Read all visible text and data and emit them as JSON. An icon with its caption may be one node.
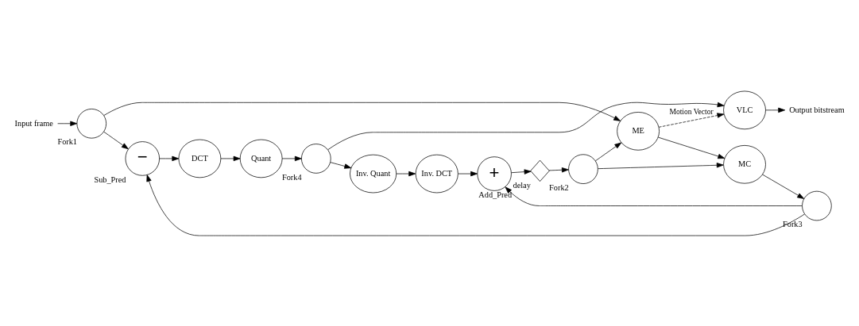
{
  "diagram": {
    "nodes": [
      {
        "text": [
          "Input frame"
        ]
      },
      {
        "text": [],
        "shape": "circle",
        "beside": [
          "Fork1"
        ]
      },
      {
        "text": [
          "−"
        ],
        "beside": [
          "Sub_Pred"
        ]
      },
      {
        "text": [
          "DCT"
        ]
      },
      {
        "text": [
          "Quant"
        ]
      },
      {
        "text": [
          "ME"
        ]
      },
      {
        "text": [
          "MC"
        ]
      },
      {
        "text": [],
        "shape": "circle",
        "beside": [
          "Fork3"
        ]
      },
      {
        "text": [],
        "shape": "circle",
        "beside": [
          "Fork4"
        ]
      },
      {
        "text": [
          "VLC"
        ]
      },
      {
        "text": [
          "Output bitstream"
        ]
      },
      {
        "text": [],
        "shape": "circle",
        "beside": [
          "Fork2"
        ]
      },
      {
        "text": [],
        "shape": "diamond",
        "beside": [
          "delay"
        ]
      },
      {
        "text": [
          "+"
        ],
        "beside": [
          "Add_Pred"
        ]
      },
      {
        "text": [
          "Inv. DCT"
        ]
      },
      {
        "text": [
          "Inv. Quant"
        ]
      }
    ],
    "edges": [
      {
        "from": 0,
        "to": 1,
        "arrow": "to"
      },
      {
        "from": 1,
        "to": 2,
        "arrow": "to"
      },
      {
        "from": 1,
        "to": 5,
        "arrow": "to"
      },
      {
        "from": 2,
        "to": 3,
        "arrow": "to"
      },
      {
        "from": 3,
        "to": 4,
        "arrow": "to"
      },
      {
        "from": 4,
        "to": 8,
        "arrow": "to"
      },
      {
        "from": 8,
        "to": 9,
        "arrow": "to"
      },
      {
        "from": 8,
        "to": 15,
        "arrow": "to"
      },
      {
        "from": 5,
        "to": 9,
        "arrow": "to",
        "style": "dashed",
        "label": "Motion Vector"
      },
      {
        "from": 9,
        "to": 10,
        "arrow": "to"
      },
      {
        "from": 5,
        "to": 6,
        "arrow": "to"
      },
      {
        "from": 6,
        "to": 7,
        "arrow": "to"
      },
      {
        "from": 7,
        "to": 2,
        "arrow": "to"
      },
      {
        "from": 7,
        "to": 13,
        "arrow": "to"
      },
      {
        "from": 15,
        "to": 14,
        "arrow": "to"
      },
      {
        "from": 14,
        "to": 13,
        "arrow": "to"
      },
      {
        "from": 13,
        "to": 12,
        "arrow": "to"
      },
      {
        "from": 12,
        "to": 11,
        "arrow": "to"
      },
      {
        "from": 11,
        "to": 5,
        "arrow": "to"
      },
      {
        "from": 11,
        "to": 6,
        "arrow": "to"
      }
    ]
  }
}
